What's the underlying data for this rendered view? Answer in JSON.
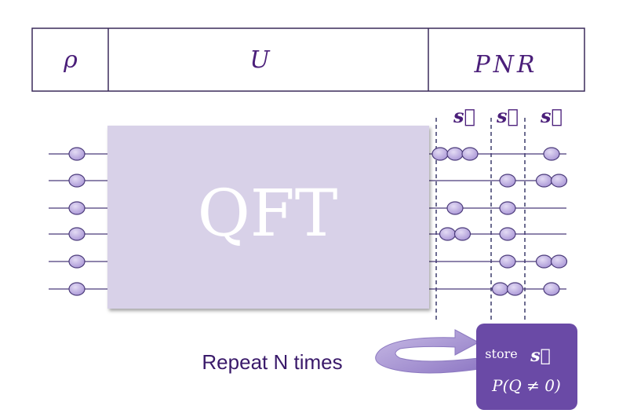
{
  "header": {
    "cells": [
      {
        "label": "ρ"
      },
      {
        "label": "U"
      },
      {
        "label": "PNR"
      }
    ]
  },
  "detectors": {
    "labels": [
      "s⃗",
      "s⃗",
      "s⃗"
    ]
  },
  "circuit": {
    "block_label": "QFT",
    "inputs_per_mode": [
      1,
      1,
      1,
      1,
      1,
      1
    ],
    "outputs": [
      [
        3,
        0,
        1
      ],
      [
        0,
        1,
        2
      ],
      [
        1,
        1,
        0
      ],
      [
        2,
        1,
        0
      ],
      [
        0,
        1,
        2
      ],
      [
        0,
        2,
        1
      ]
    ]
  },
  "loop": {
    "repeat_label": "Repeat N times",
    "store_label": "store",
    "store_symbol": "s⃗",
    "probability_label": "P(Q ≠ 0)"
  },
  "colors": {
    "accent": "#4b1f7a",
    "block": "#d8d1e8",
    "photon": "#b9a9dd",
    "store_box": "#6a4aa6",
    "arrow": "#a58fd0"
  }
}
